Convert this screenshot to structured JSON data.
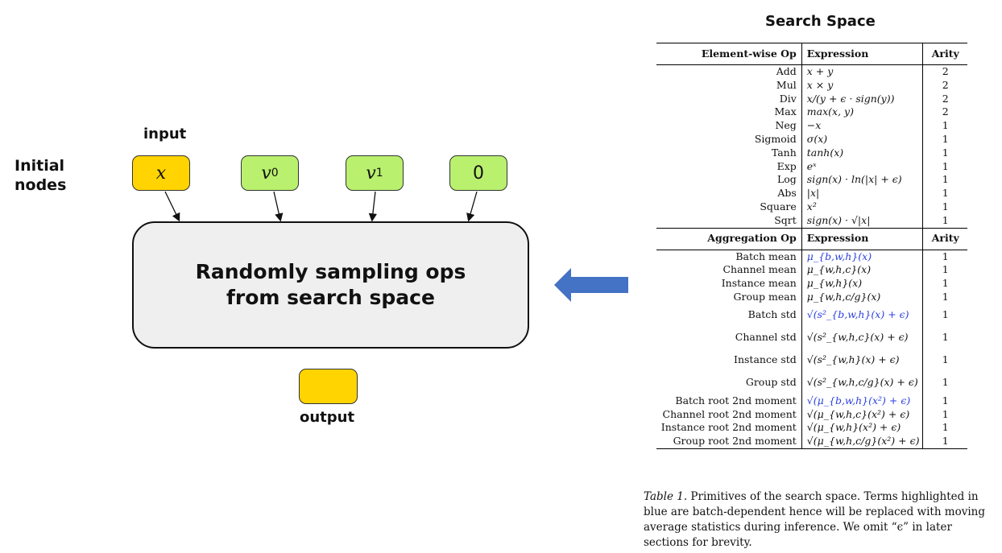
{
  "diagram": {
    "initial_nodes_label": "Initial\nnodes",
    "input_label": "input",
    "output_label": "output",
    "nodes": [
      {
        "base": "x",
        "sub": "",
        "kind": "input"
      },
      {
        "base": "v",
        "sub": "0",
        "kind": "constant"
      },
      {
        "base": "v",
        "sub": "1",
        "kind": "constant"
      },
      {
        "base": "0",
        "sub": "",
        "kind": "constant"
      }
    ],
    "main_box_line1": "Randomly sampling ops",
    "main_box_line2": "from search space",
    "colors": {
      "input": "#ffd400",
      "constant": "#b9f06e",
      "box": "#efefef",
      "arrow": "#4472c4"
    }
  },
  "search_space": {
    "title": "Search Space",
    "elementwise_header": [
      "Element-wise Op",
      "Expression",
      "Arity"
    ],
    "elementwise": [
      {
        "op": "Add",
        "expr": "x + y",
        "arity": "2"
      },
      {
        "op": "Mul",
        "expr": "x × y",
        "arity": "2"
      },
      {
        "op": "Div",
        "expr": "x/(y + ϵ · sign(y))",
        "arity": "2"
      },
      {
        "op": "Max",
        "expr": "max(x, y)",
        "arity": "2"
      },
      {
        "op": "Neg",
        "expr": "−x",
        "arity": "1"
      },
      {
        "op": "Sigmoid",
        "expr": "σ(x)",
        "arity": "1"
      },
      {
        "op": "Tanh",
        "expr": "tanh(x)",
        "arity": "1"
      },
      {
        "op": "Exp",
        "expr": "eˣ",
        "arity": "1"
      },
      {
        "op": "Log",
        "expr": "sign(x) · ln(|x| + ϵ)",
        "arity": "1"
      },
      {
        "op": "Abs",
        "expr": "|x|",
        "arity": "1"
      },
      {
        "op": "Square",
        "expr": "x²",
        "arity": "1"
      },
      {
        "op": "Sqrt",
        "expr": "sign(x) · √|x|",
        "arity": "1"
      }
    ],
    "aggregation_header": [
      "Aggregation Op",
      "Expression",
      "Arity"
    ],
    "aggregation": [
      {
        "op": "Batch mean",
        "expr": "μ_{b,w,h}(x)",
        "arity": "1",
        "blue": true
      },
      {
        "op": "Channel mean",
        "expr": "μ_{w,h,c}(x)",
        "arity": "1",
        "blue": false
      },
      {
        "op": "Instance mean",
        "expr": "μ_{w,h}(x)",
        "arity": "1",
        "blue": false
      },
      {
        "op": "Group mean",
        "expr": "μ_{w,h,c/g}(x)",
        "arity": "1",
        "blue": false
      },
      {
        "op": "Batch std",
        "expr": "√(s²_{b,w,h}(x) + ϵ)",
        "arity": "1",
        "blue": true
      },
      {
        "op": "Channel std",
        "expr": "√(s²_{w,h,c}(x) + ϵ)",
        "arity": "1",
        "blue": false
      },
      {
        "op": "Instance std",
        "expr": "√(s²_{w,h}(x) + ϵ)",
        "arity": "1",
        "blue": false
      },
      {
        "op": "Group std",
        "expr": "√(s²_{w,h,c/g}(x) + ϵ)",
        "arity": "1",
        "blue": false
      },
      {
        "op": "Batch root 2nd moment",
        "expr": "√(μ_{b,w,h}(x²) + ϵ)",
        "arity": "1",
        "blue": true
      },
      {
        "op": "Channel root 2nd moment",
        "expr": "√(μ_{w,h,c}(x²) + ϵ)",
        "arity": "1",
        "blue": false
      },
      {
        "op": "Instance root 2nd moment",
        "expr": "√(μ_{w,h}(x²) + ϵ)",
        "arity": "1",
        "blue": false
      },
      {
        "op": "Group root 2nd moment",
        "expr": "√(μ_{w,h,c/g}(x²) + ϵ)",
        "arity": "1",
        "blue": false
      }
    ],
    "caption_label": "Table 1.",
    "caption_text": " Primitives of the search space. Terms highlighted in blue are batch-dependent hence will be replaced with moving average statistics during inference. We omit “ϵ” in later sections for brevity."
  }
}
